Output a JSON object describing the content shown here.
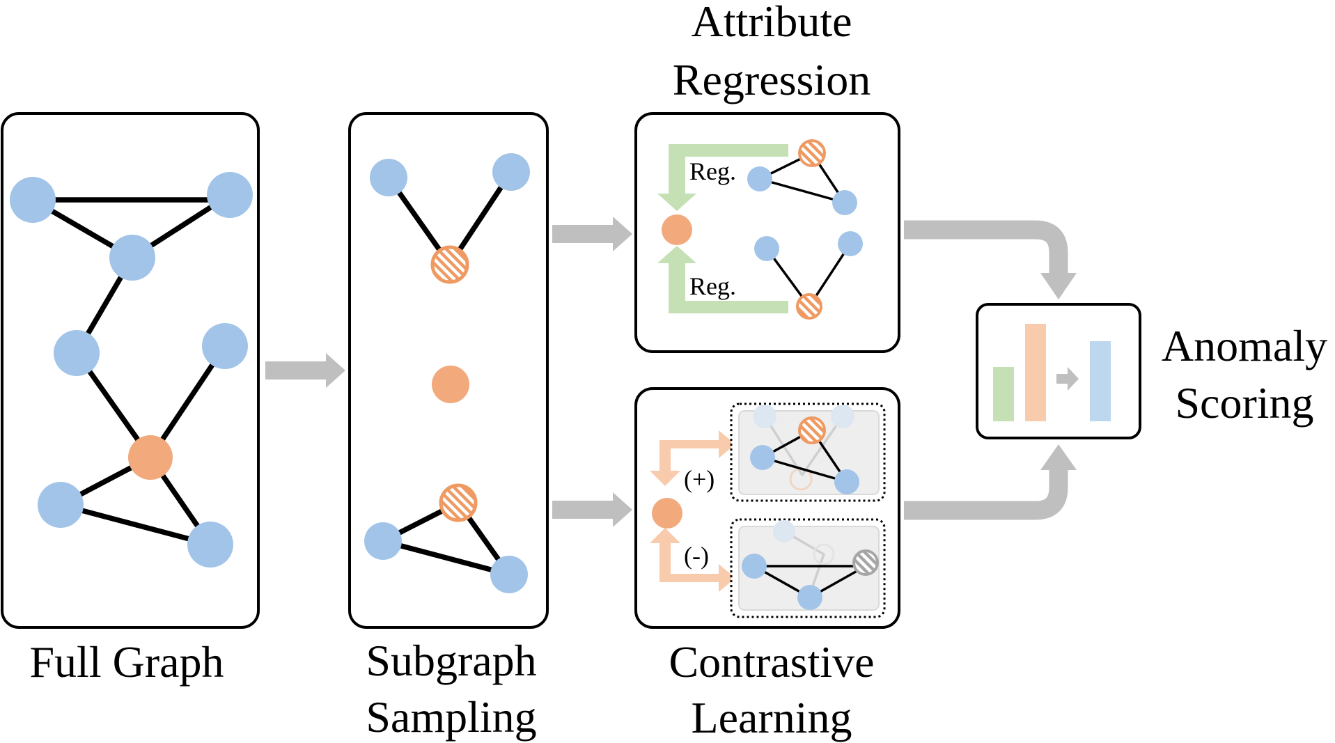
{
  "labels": {
    "full_graph": "Full Graph",
    "subgraph_line1": "Subgraph",
    "subgraph_line2": "Sampling",
    "attr_line1": "Attribute",
    "attr_line2": "Regression",
    "contrastive_line1": "Contrastive",
    "contrastive_line2": "Learning",
    "anomaly_line1": "Anomaly",
    "anomaly_line2": "Scoring",
    "reg_top": "Reg.",
    "reg_bottom": "Reg.",
    "positive": "(+)",
    "negative": "(-)"
  },
  "colors": {
    "normal_node": "#a2c4e8",
    "target_node": "#f2aa7c",
    "target_ring": "#ee9a62",
    "green_arrow": "#c5e0b4",
    "orange_arrow": "#f8cbad",
    "gray_arrow": "#bfbfbf",
    "bar_green": "#c5e0b4",
    "bar_orange": "#f8cbad",
    "bar_blue": "#bdd7ee",
    "negative_ring": "#a6a6a6"
  },
  "icons": {
    "target_node": "orange-node-icon",
    "masked_node": "striped-masked-node-icon",
    "normal_node": "blue-node-icon"
  }
}
